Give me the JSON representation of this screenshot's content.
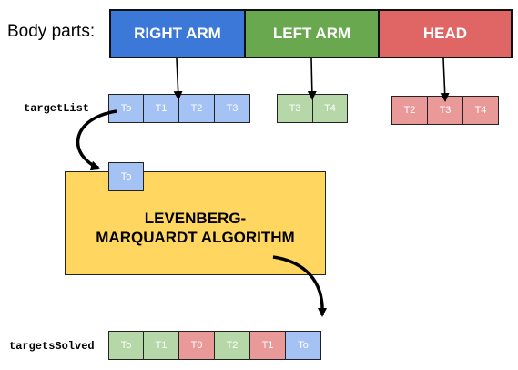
{
  "labels": {
    "body_parts": "Body parts:",
    "target_list": "targetList",
    "targets_solved": "targetsSolved"
  },
  "body_parts": [
    {
      "label": "RIGHT ARM",
      "color": "#3c78d8"
    },
    {
      "label": "LEFT ARM",
      "color": "#6aa84f"
    },
    {
      "label": "HEAD",
      "color": "#e06666"
    }
  ],
  "target_groups": {
    "right_arm": [
      "To",
      "T1",
      "T2",
      "T3"
    ],
    "left_arm": [
      "T3",
      "T4"
    ],
    "head": [
      "T2",
      "T3",
      "T4"
    ]
  },
  "current_target": "To",
  "algorithm": {
    "line1": "LEVENBERG-",
    "line2": "MARQUARDT ALGORITHM"
  },
  "targets_solved": [
    {
      "label": "To",
      "group": "left_arm"
    },
    {
      "label": "T1",
      "group": "left_arm"
    },
    {
      "label": "T0",
      "group": "head"
    },
    {
      "label": "T2",
      "group": "left_arm"
    },
    {
      "label": "T1",
      "group": "head"
    },
    {
      "label": "To",
      "group": "right_arm"
    }
  ],
  "colors": {
    "right_arm_cell": "#a4c2f4",
    "left_arm_cell": "#b6d7a8",
    "head_cell": "#ea9999",
    "algorithm_fill": "#fed660"
  }
}
